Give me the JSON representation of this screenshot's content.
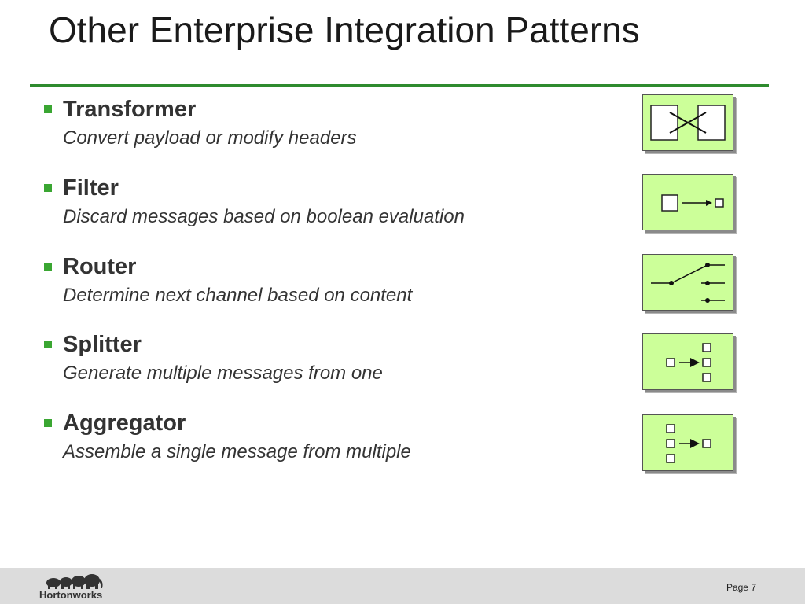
{
  "slide": {
    "title": "Other Enterprise Integration Patterns",
    "accent_color": "#2e8b2e",
    "bullet_color": "#3aa632",
    "icon_fill": "#ccff99"
  },
  "patterns": [
    {
      "name": "Transformer",
      "description": "Convert payload or modify headers",
      "icon": "transformer-icon"
    },
    {
      "name": "Filter",
      "description": "Discard messages based on boolean evaluation",
      "icon": "filter-icon"
    },
    {
      "name": "Router",
      "description": "Determine next channel based on content",
      "icon": "router-icon"
    },
    {
      "name": "Splitter",
      "description": "Generate multiple messages from one",
      "icon": "splitter-icon"
    },
    {
      "name": "Aggregator",
      "description": "Assemble a single message from multiple",
      "icon": "aggregator-icon"
    }
  ],
  "footer": {
    "logo_text": "Hortonworks",
    "logo_icon": "elephants-logo-icon",
    "page_label": "Page 7"
  }
}
